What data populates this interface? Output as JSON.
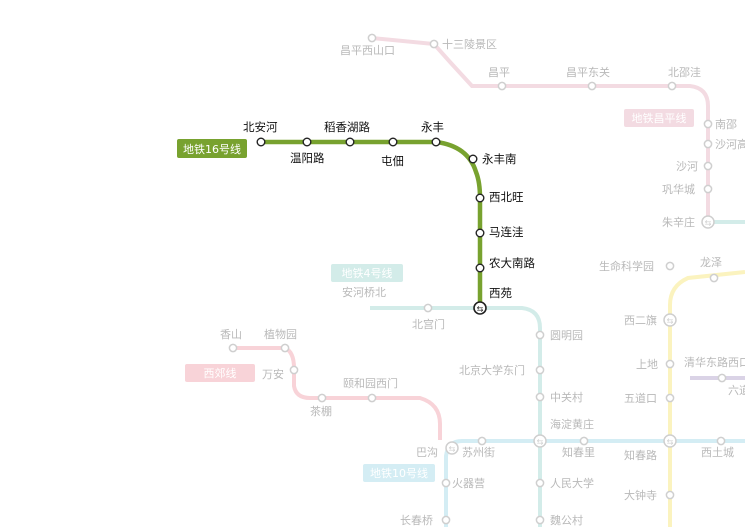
{
  "colors": {
    "line16": "#78a22f",
    "line4": "#d3ece9",
    "line10": "#d4edf4",
    "changping": "#f3dbe2",
    "xijiao": "#f8d3d8",
    "yellow": "#fbf3bf",
    "purple": "#dad3e6",
    "faint_text": "#b9b9b9",
    "main_text": "#111111"
  },
  "badges": {
    "line16": "地铁16号线",
    "line4": "地铁4号线",
    "line10": "地铁10号线",
    "xijiao": "西郊线",
    "changping": "地铁昌平线"
  },
  "line16_stations": [
    "北安河",
    "温阳路",
    "稻香湖路",
    "屯佃",
    "永丰",
    "永丰南",
    "西北旺",
    "马连洼",
    "农大南路",
    "西苑"
  ],
  "changping_stations": [
    "昌平西山口",
    "十三陵景区",
    "昌平",
    "昌平东关",
    "北邵洼",
    "南邵",
    "沙河高教园",
    "沙河",
    "巩华城",
    "朱辛庄"
  ],
  "line4_stations": [
    "安河桥北",
    "北宫门",
    "圆明园",
    "北京大学东门",
    "中关村",
    "海淀黄庄",
    "人民大学",
    "魏公村"
  ],
  "xijiao_stations": [
    "香山",
    "植物园",
    "万安",
    "茶棚",
    "颐和园西门",
    "巴沟"
  ],
  "line10_stations": [
    "苏州街",
    "知春里",
    "知春路",
    "西土城"
  ],
  "other_stations": [
    "火器营",
    "长春桥",
    "生命科学园",
    "西二旗",
    "上地",
    "五道口",
    "大钟寺",
    "龙泽",
    "清华东路西口",
    "六道口"
  ]
}
